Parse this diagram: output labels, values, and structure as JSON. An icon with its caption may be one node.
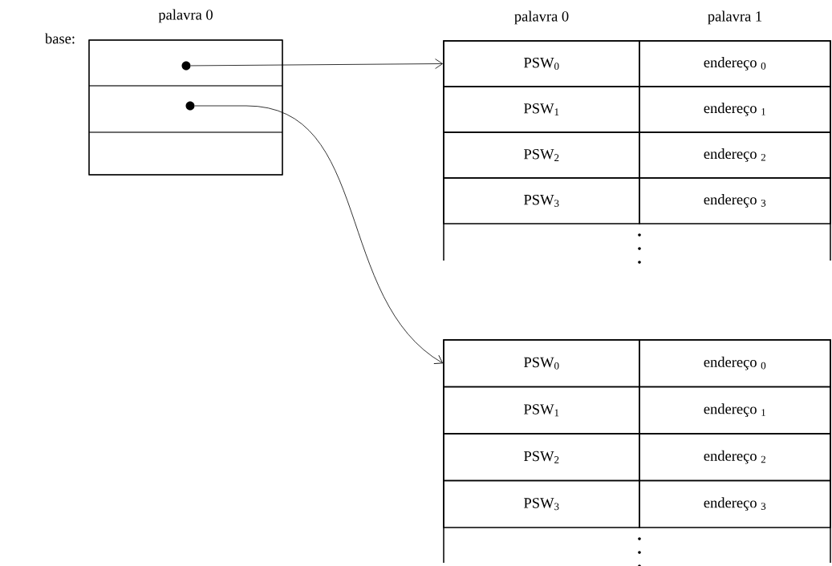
{
  "diagram": {
    "nodes": [
      {
        "text": [
          "palavra 0"
        ],
        "beside": [
          "base:"
        ]
      },
      {
        "text": [],
        "shape": "box",
        "in": 0
      },
      {
        "text": [],
        "shape": "box",
        "in": 0
      },
      {
        "text": [],
        "shape": "box",
        "in": 0
      },
      {
        "text": [],
        "shape": "circle",
        "in": 1
      },
      {
        "text": [],
        "shape": "circle",
        "in": 2
      },
      {
        "text": [
          "palavra 0",
          "palavra 1"
        ]
      },
      {
        "text": [
          "PSW$_{0}$"
        ],
        "in": 6
      },
      {
        "text": [
          "endereço $_{0}$"
        ],
        "in": 6
      },
      {
        "text": [
          "PSW$_{1}$"
        ],
        "in": 6
      },
      {
        "text": [
          "endereço $_{1}$"
        ],
        "in": 6
      },
      {
        "text": [
          "PSW$_{2}$"
        ],
        "in": 6
      },
      {
        "text": [
          "endereço $_{2}$"
        ],
        "in": 6
      },
      {
        "text": [
          "PSW$_{3}$"
        ],
        "in": 6
      },
      {
        "text": [
          "endereço $_{3}$"
        ],
        "in": 6
      },
      {
        "text": [],
        "shape": "box"
      },
      {
        "text": [
          "PSW$_{0}$"
        ],
        "in": 15
      },
      {
        "text": [
          "endereço $_{0}$"
        ],
        "in": 15
      },
      {
        "text": [
          "PSW$_{1}$"
        ],
        "in": 15
      },
      {
        "text": [
          "endereço $_{1}$"
        ],
        "in": 15
      },
      {
        "text": [
          "PSW$_{2}$"
        ],
        "in": 15
      },
      {
        "text": [
          "endereço $_{2}$"
        ],
        "in": 15
      },
      {
        "text": [
          "PSW$_{3}$"
        ],
        "in": 15
      },
      {
        "text": [
          "endereço $_{3}$"
        ],
        "in": 15
      }
    ],
    "edges": [
      {
        "from": 4,
        "to": 7,
        "arrow": "to"
      },
      {
        "from": 5,
        "to": 16,
        "arrow": "to"
      }
    ]
  }
}
